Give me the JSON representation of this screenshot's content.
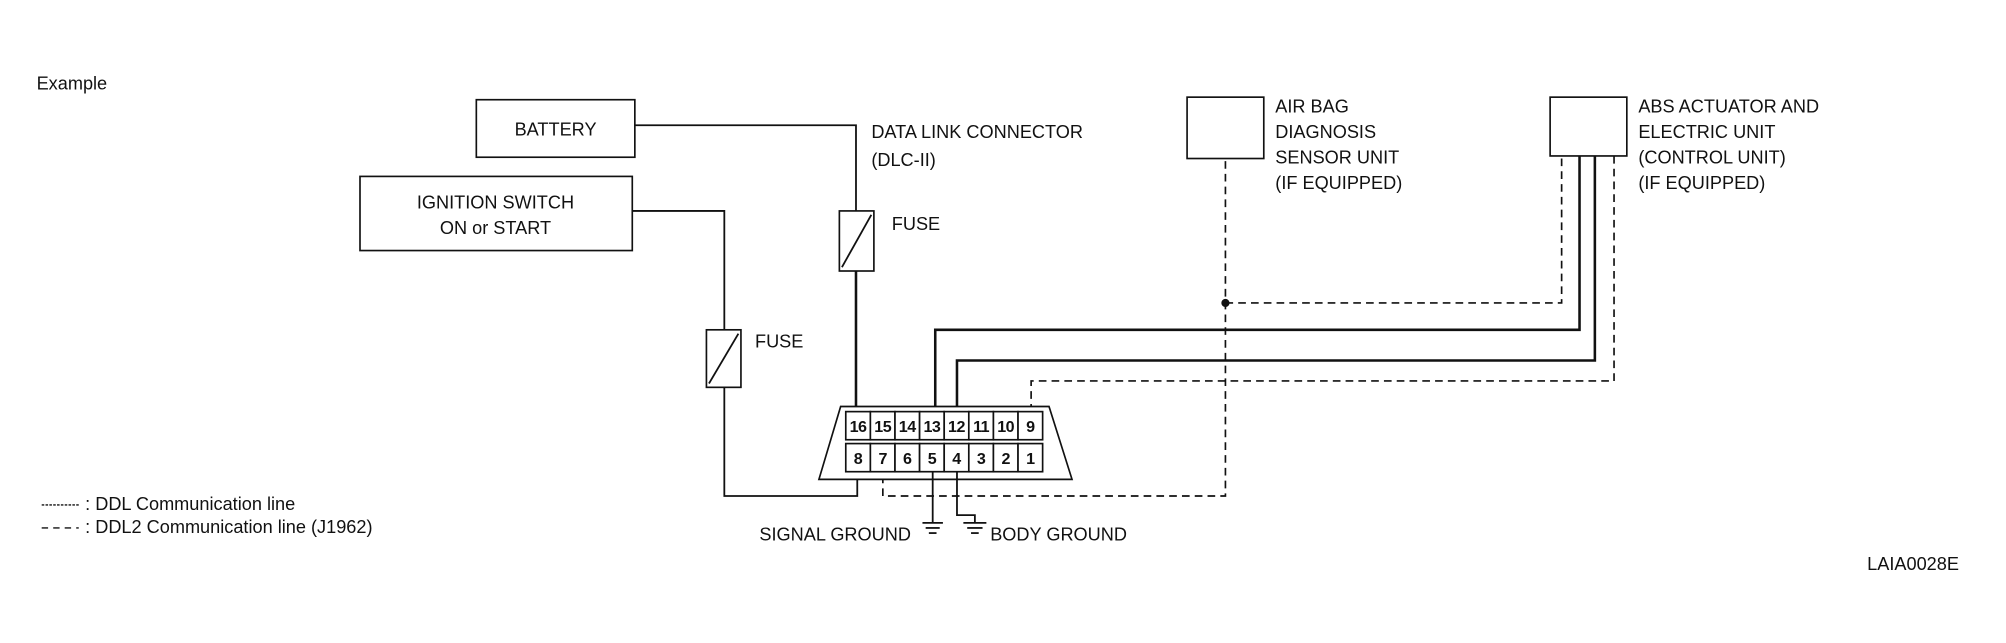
{
  "page": {
    "caption": "Example",
    "figure_id": "LAIA0028E"
  },
  "battery": {
    "label": "BATTERY"
  },
  "ignition_switch": {
    "line1": "IGNITION SWITCH",
    "line2": "ON or START"
  },
  "data_link_connector": {
    "title": "DATA LINK CONNECTOR",
    "subtitle": "(DLC-II)",
    "top_pins": [
      "16",
      "15",
      "14",
      "13",
      "12",
      "11",
      "10",
      "9"
    ],
    "bottom_pins": [
      "8",
      "7",
      "6",
      "5",
      "4",
      "3",
      "2",
      "1"
    ]
  },
  "fuses": [
    {
      "label": "FUSE"
    },
    {
      "label": "FUSE"
    }
  ],
  "airbag_unit": {
    "lines": [
      "AIR BAG",
      "DIAGNOSIS",
      "SENSOR UNIT",
      "(IF EQUIPPED)"
    ]
  },
  "abs_unit": {
    "lines": [
      "ABS ACTUATOR AND",
      "ELECTRIC UNIT",
      "(CONTROL UNIT)",
      "(IF EQUIPPED)"
    ]
  },
  "grounds": {
    "signal": "SIGNAL GROUND",
    "body": "BODY GROUND"
  },
  "legend": {
    "items": [
      {
        "text": ": DDL Communication line"
      },
      {
        "text": ": DDL2 Communication line (J1962)"
      }
    ]
  },
  "colors": {
    "ink": "#111111",
    "background": "#ffffff"
  }
}
